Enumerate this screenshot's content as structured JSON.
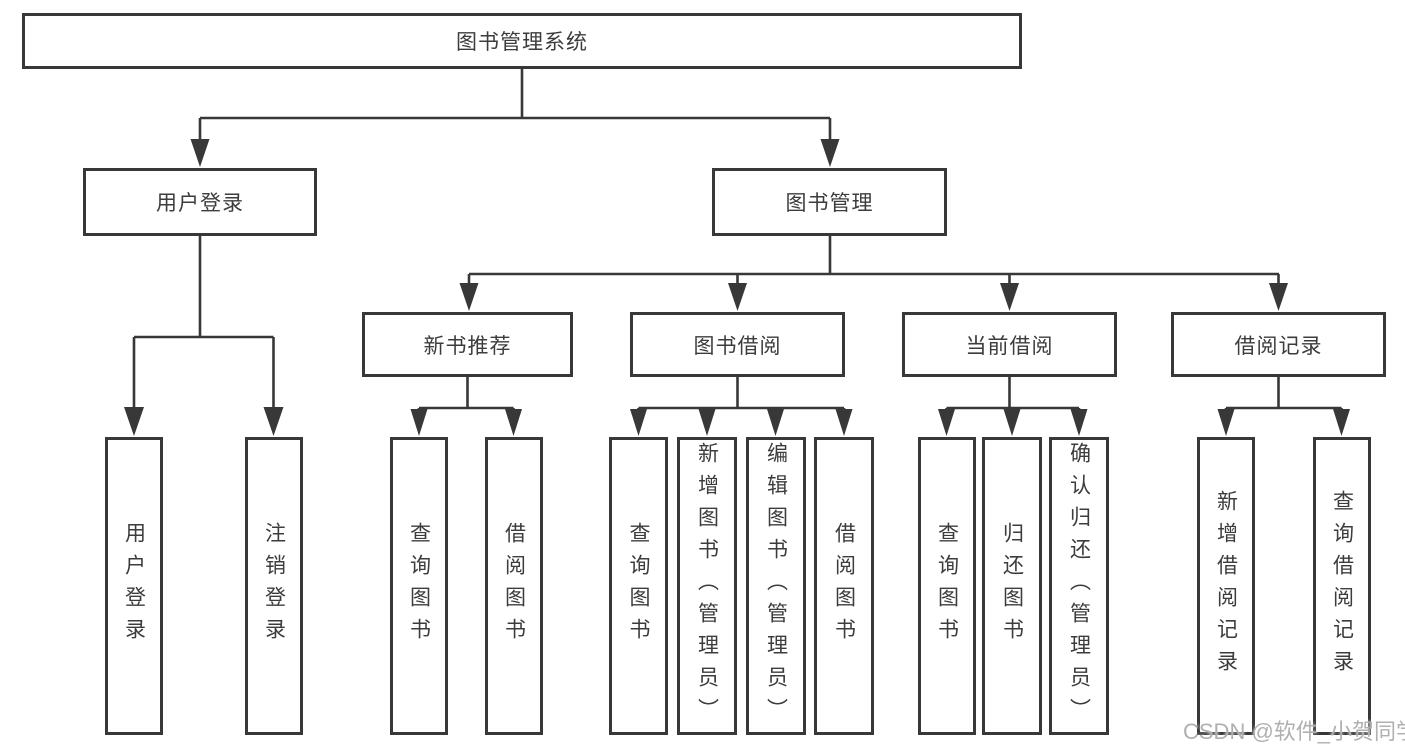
{
  "diagram_type": "hierarchy-tree",
  "colors": {
    "line": "#383838",
    "border": "#383838",
    "text": "#3c3c3c",
    "watermark": "#b0b0b0",
    "background": "#ffffff"
  },
  "tree": {
    "root": {
      "label": "图书管理系统",
      "children": [
        {
          "label": "用户登录",
          "children": [
            {
              "label": "用户登录"
            },
            {
              "label": "注销登录"
            }
          ]
        },
        {
          "label": "图书管理",
          "children": [
            {
              "label": "新书推荐",
              "children": [
                {
                  "label": "查询图书"
                },
                {
                  "label": "借阅图书"
                }
              ]
            },
            {
              "label": "图书借阅",
              "children": [
                {
                  "label": "查询图书"
                },
                {
                  "label": "新增图书（管理员）"
                },
                {
                  "label": "编辑图书（管理员）"
                },
                {
                  "label": "借阅图书"
                }
              ]
            },
            {
              "label": "当前借阅",
              "children": [
                {
                  "label": "查询图书"
                },
                {
                  "label": "归还图书"
                },
                {
                  "label": "确认归还（管理员）"
                }
              ]
            },
            {
              "label": "借阅记录",
              "children": [
                {
                  "label": "新增借阅记录"
                },
                {
                  "label": "查询借阅记录"
                }
              ]
            }
          ]
        }
      ]
    }
  },
  "watermark": {
    "text": "CSDN @软件_小贺同学"
  }
}
